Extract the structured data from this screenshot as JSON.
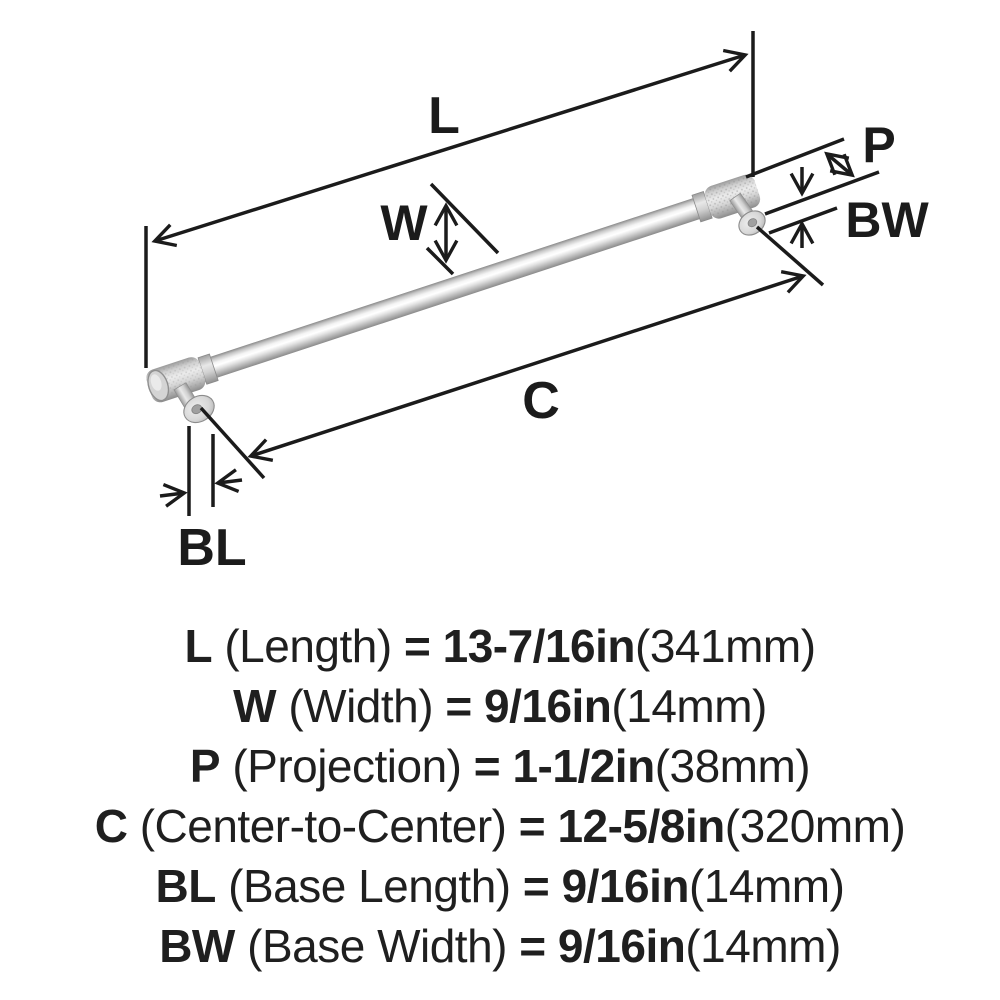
{
  "diagram": {
    "labels": {
      "length": "L",
      "width": "W",
      "projection": "P",
      "base_width": "BW",
      "center_to_center": "C",
      "base_length": "BL"
    }
  },
  "specs": {
    "rows": [
      {
        "key": "L",
        "label": "(Length)",
        "eq": "=",
        "value": "13-7/16in",
        "metric": "(341mm)"
      },
      {
        "key": "W",
        "label": "(Width)",
        "eq": "=",
        "value": "9/16in",
        "metric": "(14mm)"
      },
      {
        "key": "P",
        "label": "(Projection)",
        "eq": "=",
        "value": "1-1/2in",
        "metric": "(38mm)"
      },
      {
        "key": "C",
        "label": "(Center-to-Center)",
        "eq": "=",
        "value": "12-5/8in",
        "metric": "(320mm)"
      },
      {
        "key": "BL",
        "label": "(Base Length)",
        "eq": "=",
        "value": "9/16in",
        "metric": "(14mm)"
      },
      {
        "key": "BW",
        "label": "(Base Width)",
        "eq": "=",
        "value": "9/16in",
        "metric": "(14mm)"
      }
    ]
  },
  "colors": {
    "background": "#ffffff",
    "ink": "#1b1b1b",
    "metal_edge": "#8d8d8d",
    "metal_mid": "#cccccc",
    "metal_highlight": "#ffffff"
  }
}
